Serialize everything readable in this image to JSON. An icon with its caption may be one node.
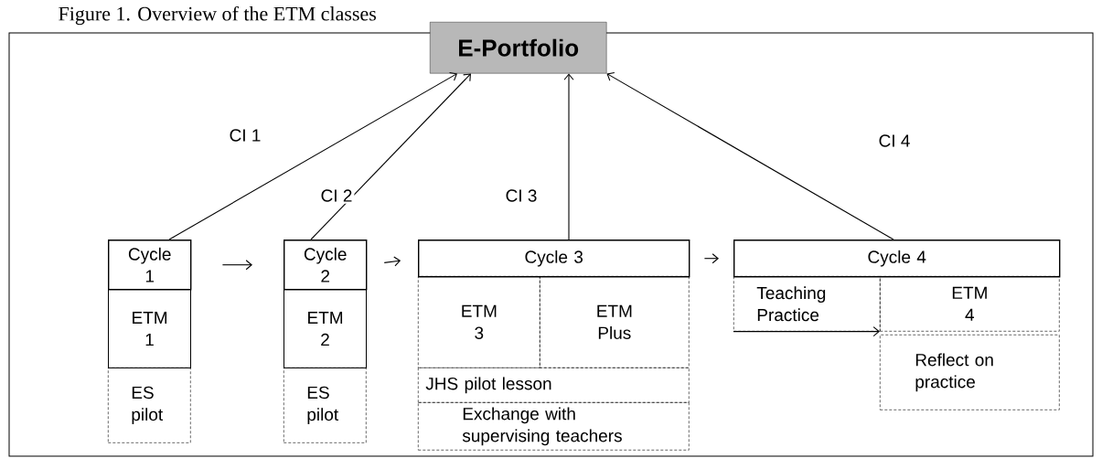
{
  "diagram": {
    "title": "Figure 1. Overview of the ETM classes",
    "nodes": [
      {
        "text": [
          "E-Portfolio"
        ]
      },
      {
        "text": [
          "Cycle 1"
        ]
      },
      {
        "text": [
          "ETM 1"
        ]
      },
      {
        "text": [
          "ES pilot"
        ]
      },
      {
        "text": [
          "Cycle 2"
        ]
      },
      {
        "text": [
          "ETM 2"
        ]
      },
      {
        "text": [
          "ES pilot"
        ]
      },
      {
        "text": [
          "Cycle 3"
        ]
      },
      {
        "text": [
          "ETM 3"
        ]
      },
      {
        "text": [
          "ETM Plus"
        ]
      },
      {
        "text": [
          "JHS pilot lesson"
        ]
      },
      {
        "text": [
          "Exchange with supervising teachers"
        ]
      },
      {
        "text": [
          "Cycle 4"
        ]
      },
      {
        "text": [
          "Teaching Practice"
        ]
      },
      {
        "text": [
          "ETM 4"
        ]
      },
      {
        "text": [
          "Reflect on practice"
        ]
      }
    ],
    "edges": [
      {
        "from": 1,
        "to": 0,
        "arrow": "to",
        "label": "CI 1"
      },
      {
        "from": 4,
        "to": 0,
        "arrow": "to",
        "label": "CI 2"
      },
      {
        "from": 7,
        "to": 0,
        "arrow": "to",
        "label": "CI 3"
      },
      {
        "from": 12,
        "to": 0,
        "arrow": "to",
        "label": "CI 4"
      },
      {
        "from": 1,
        "to": 4,
        "arrow": "to"
      },
      {
        "from": 4,
        "to": 7,
        "arrow": "to"
      },
      {
        "from": 7,
        "to": 12,
        "arrow": "to"
      },
      {
        "from": 13,
        "to": 14,
        "arrow": "to"
      }
    ]
  }
}
